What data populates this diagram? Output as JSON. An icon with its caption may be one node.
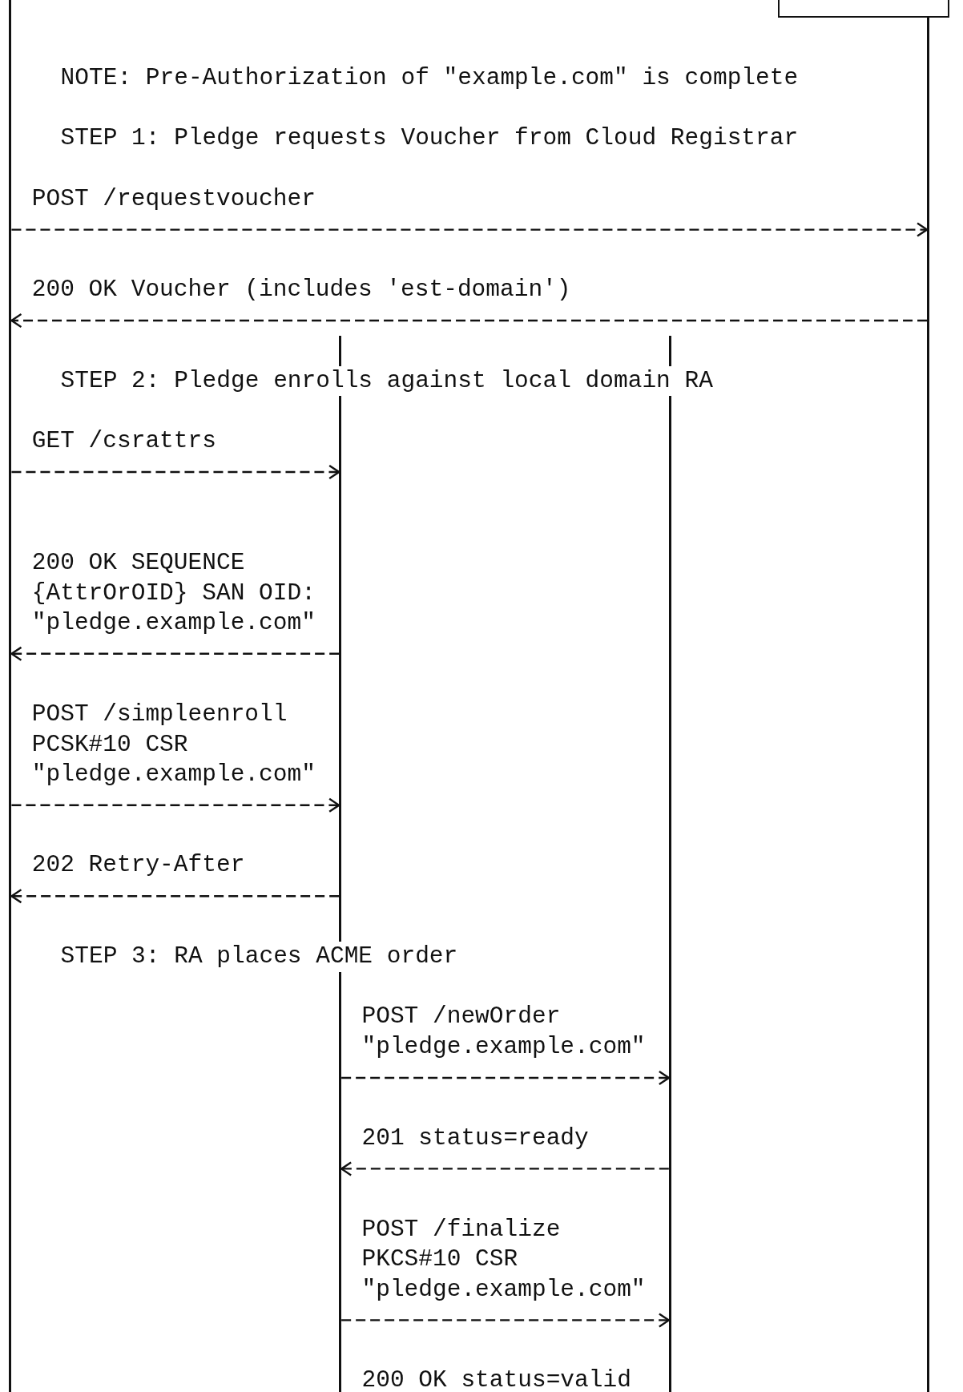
{
  "diagram": {
    "nodes": [
      {
        "text": [],
        "shape": "box"
      },
      {
        "text": [],
        "shape": "bar"
      },
      {
        "text": [],
        "shape": "bar"
      },
      {
        "text": [],
        "shape": "bar"
      },
      {
        "text": [],
        "shape": "bar"
      }
    ],
    "edges": [
      {
        "from": 1,
        "to": 4,
        "arrow": "to",
        "label": "POST /requestvoucher"
      },
      {
        "from": 4,
        "to": 1,
        "arrow": "to",
        "label": "200 OK Voucher (includes 'est-domain')"
      },
      {
        "from": 1,
        "to": 2,
        "arrow": "to",
        "label": "GET /csrattrs"
      },
      {
        "from": 2,
        "to": 1,
        "arrow": "to",
        "label": "200 OK SEQUENCE {AttrOrOID} SAN OID: \"pledge.example.com\""
      },
      {
        "from": 1,
        "to": 2,
        "arrow": "to",
        "label": "POST /simpleenroll PCSK#10 CSR \"pledge.example.com\""
      },
      {
        "from": 2,
        "to": 1,
        "arrow": "to",
        "label": "202 Retry-After"
      },
      {
        "from": 2,
        "to": 3,
        "arrow": "to",
        "label": "POST /newOrder \"pledge.example.com\""
      },
      {
        "from": 3,
        "to": 2,
        "arrow": "to",
        "label": "201 status=ready"
      },
      {
        "from": 2,
        "to": 3,
        "arrow": "to",
        "label": "POST /finalize PKCS#10 CSR \"pledge.example.com\""
      }
    ],
    "labels": [
      "NOTE: Pre-Authorization of \"example.com\" is complete",
      "STEP 1: Pledge requests Voucher from Cloud Registrar",
      "STEP 2: Pledge enrolls against local domain RA",
      "STEP 3: RA places ACME order",
      "200 OK status=valid"
    ]
  }
}
